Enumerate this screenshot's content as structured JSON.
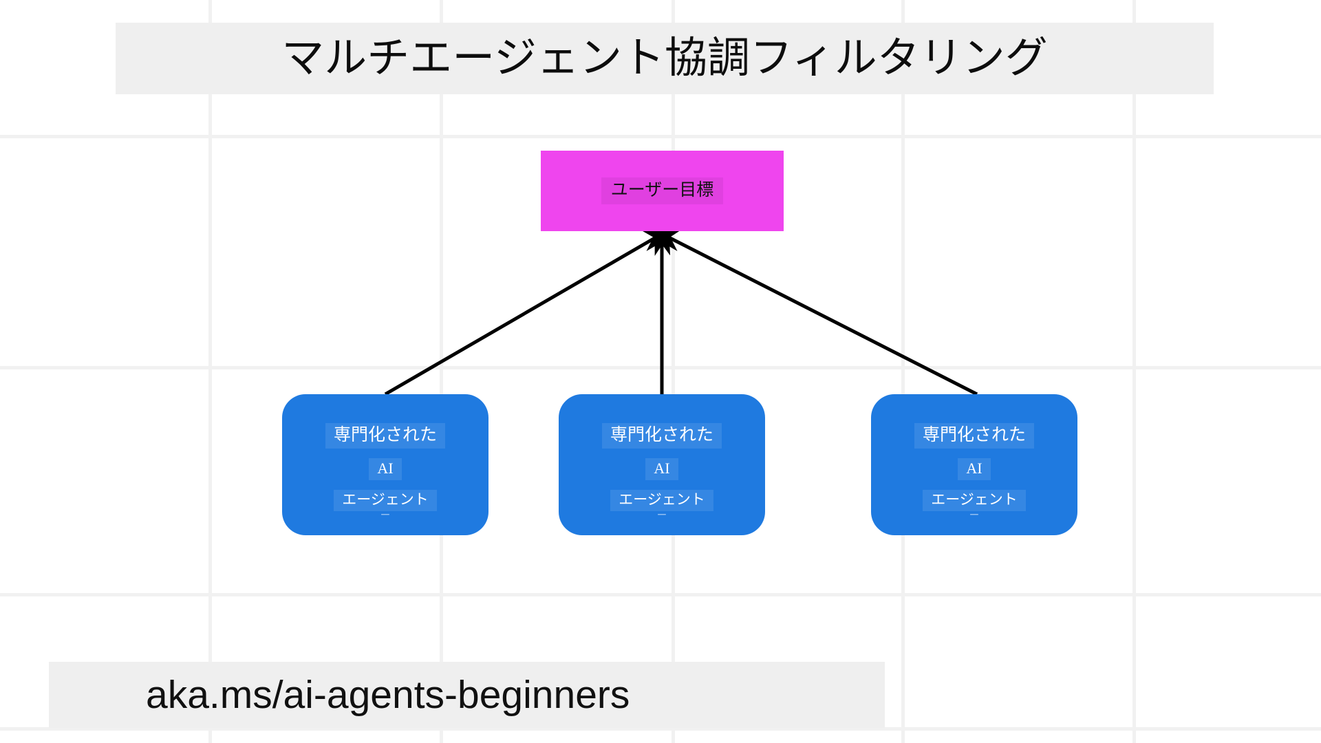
{
  "page": {
    "background": "#ffffff",
    "grid_color": "#f1f1f1",
    "banner_color": "#efefef"
  },
  "title": {
    "text": "マルチエージェント協調フィルタリング"
  },
  "footer": {
    "text": "aka.ms/ai-agents-beginners"
  },
  "diagram": {
    "type": "node-graph",
    "root": {
      "id": "user-goal",
      "label": "ユーザー目標",
      "color": "#ef45ee",
      "shape": "rectangle"
    },
    "agents": [
      {
        "id": "agent-1",
        "line_1": "専門化された",
        "line_2": "AI",
        "line_3": "エージェント",
        "color": "#1f7ae0",
        "shape": "rounded-rectangle"
      },
      {
        "id": "agent-2",
        "line_1": "専門化された",
        "line_2": "AI",
        "line_3": "エージェント",
        "color": "#1f7ae0",
        "shape": "rounded-rectangle"
      },
      {
        "id": "agent-3",
        "line_1": "専門化された",
        "line_2": "AI",
        "line_3": "エージェント",
        "color": "#1f7ae0",
        "shape": "rounded-rectangle"
      }
    ],
    "edges": [
      {
        "from": "agent-1",
        "to": "user-goal",
        "arrow": "up"
      },
      {
        "from": "agent-2",
        "to": "user-goal",
        "arrow": "up"
      },
      {
        "from": "agent-3",
        "to": "user-goal",
        "arrow": "up"
      }
    ],
    "edge_color": "#000000"
  }
}
